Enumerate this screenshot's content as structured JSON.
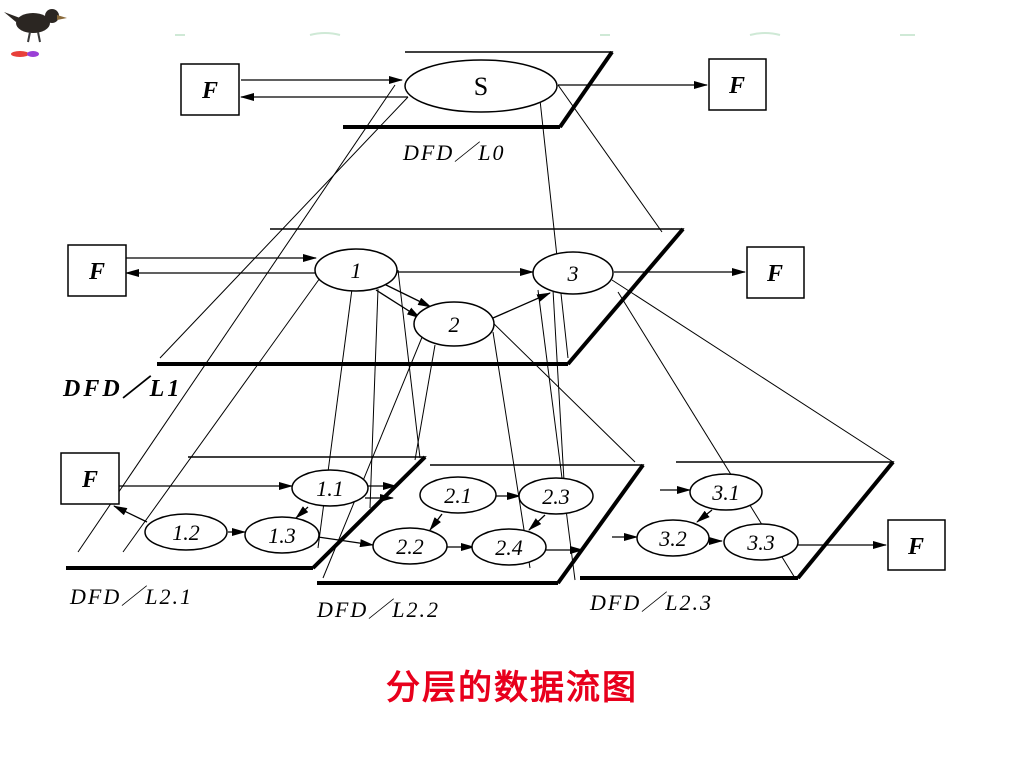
{
  "caption": "分层的数据流图",
  "caption_color": "#e8001c",
  "level_labels": {
    "l0": "DFD／L0",
    "l1": "DFD／L1",
    "l21": "DFD／L2.1",
    "l22": "DFD／L2.2",
    "l23": "DFD／L2.3"
  },
  "entity": "F",
  "nodes": {
    "s": "S",
    "n1": "1",
    "n2": "2",
    "n3": "3",
    "n11": "1.1",
    "n12": "1.2",
    "n13": "1.3",
    "n21": "2.1",
    "n22": "2.2",
    "n23": "2.3",
    "n24": "2.4",
    "n31": "3.1",
    "n32": "3.2",
    "n33": "3.3"
  },
  "decor": {
    "bird_icon": "crow-icon"
  }
}
